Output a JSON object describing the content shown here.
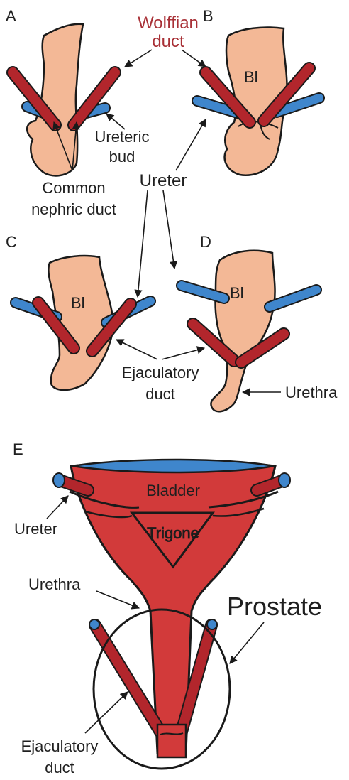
{
  "panels": {
    "a": "A",
    "b": "B",
    "c": "C",
    "d": "D",
    "e": "E"
  },
  "labels": {
    "wolffian_1": "Wolffian",
    "wolffian_2": "duct",
    "ureteric_1": "Ureteric",
    "ureteric_2": "bud",
    "common_1": "Common",
    "common_2": "nephric duct",
    "ureter_top": "Ureter",
    "bl_b": "Bl",
    "bl_c": "Bl",
    "bl_d": "Bl",
    "ejac_mid_1": "Ejaculatory",
    "ejac_mid_2": "duct",
    "urethra_d": "Urethra",
    "bladder": "Bladder",
    "trigone": "Trigone",
    "ureter_e": "Ureter",
    "urethra_e": "Urethra",
    "prostate": "Prostate",
    "ejac_e_1": "Ejaculatory",
    "ejac_e_2": "duct"
  },
  "colors": {
    "tissue": "#f3b896",
    "duct_red": "#b2262c",
    "ureter_blue": "#3f86cc",
    "bladder_red": "#d23a3a",
    "label_red": "#a83036"
  }
}
